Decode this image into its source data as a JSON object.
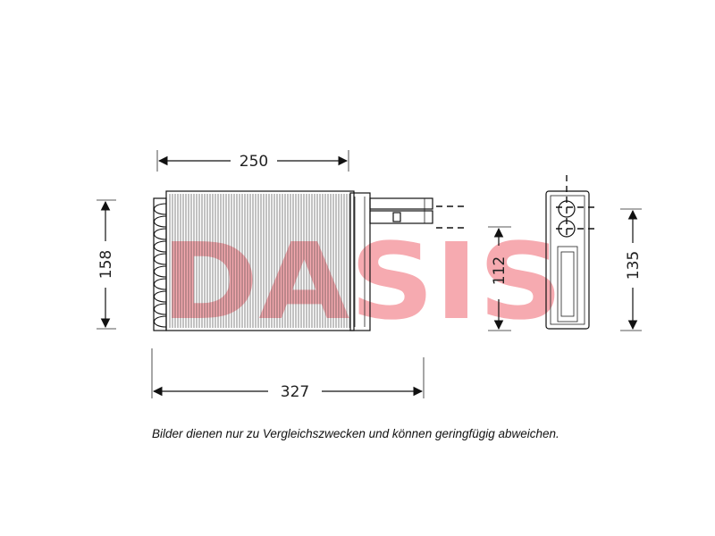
{
  "dimensions": {
    "top_width": "250",
    "bottom_width": "327",
    "left_height": "158",
    "middle_height": "112",
    "right_height": "135"
  },
  "watermark": {
    "text": "DASIS",
    "color": "#e60012"
  },
  "disclaimer": "Bilder dienen nur zu Vergleichszwecken und können geringfügig abweichen."
}
